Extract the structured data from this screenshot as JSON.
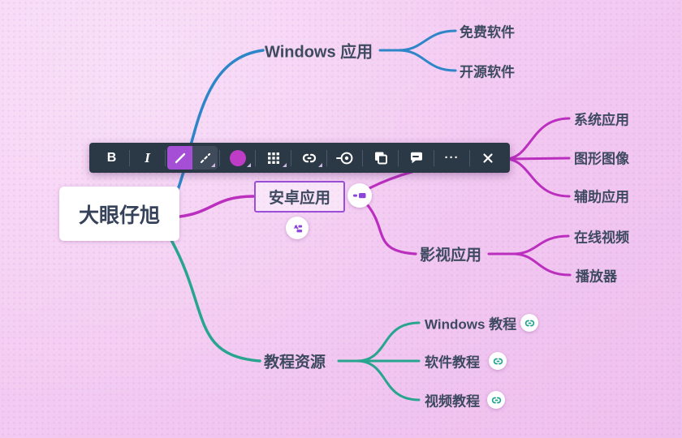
{
  "app": {
    "kind": "mind-map-editor"
  },
  "canvas": {
    "background": "#f2c8f1",
    "dot_pattern": true
  },
  "toolbar": {
    "background": "#2b3845",
    "accent": "#a44fd6",
    "swatch_color": "#bf3dc6",
    "bold_label": "B",
    "italic_label": "I",
    "more_label": "···",
    "buttons": [
      "bold",
      "italic",
      "line-style-solid",
      "line-style-dashed",
      "color-swatch",
      "number-grid",
      "hyperlink",
      "focus-target",
      "duplicate",
      "comment",
      "more",
      "close"
    ],
    "selected_button": "line-style-solid"
  },
  "mindmap": {
    "selection_color": "#9b4fd8",
    "root": {
      "label": "大眼仔旭"
    },
    "branches": [
      {
        "label": "Windows 应用",
        "color": "#2e86c8",
        "children": [
          {
            "label": "免费软件"
          },
          {
            "label": "开源软件"
          }
        ]
      },
      {
        "label": "安卓应用",
        "color": "#bb2fbf",
        "selected": true,
        "collapse_button": true,
        "children": [
          {
            "obscured_by_toolbar": true,
            "children": [
              {
                "label": "系统应用"
              },
              {
                "label": "图形图像"
              },
              {
                "label": "辅助应用"
              }
            ]
          },
          {
            "label": "影视应用",
            "children": [
              {
                "label": "在线视频"
              },
              {
                "label": "播放器"
              }
            ]
          }
        ]
      },
      {
        "label": "教程资源",
        "color": "#27a58e",
        "children": [
          {
            "label": "Windows 教程",
            "has_link": true
          },
          {
            "label": "软件教程",
            "has_link": true
          },
          {
            "label": "视频教程",
            "has_link": true
          }
        ]
      }
    ]
  }
}
